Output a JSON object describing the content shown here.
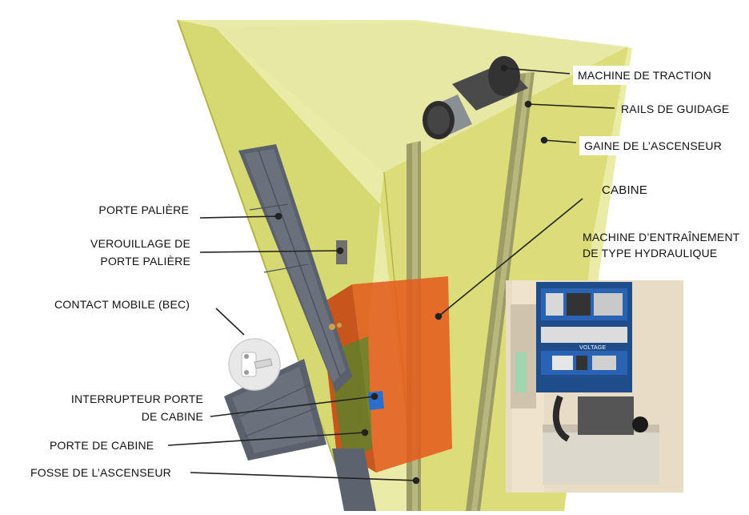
{
  "labels": {
    "machine_traction": "MACHINE DE TRACTION",
    "rails_guidage": "RAILS DE GUIDAGE",
    "gaine": "GAINE DE L’ASCENSEUR",
    "cabine": "CABINE",
    "machine_hydraulique_l1": "MACHINE D’ENTRAÎNEMENT",
    "machine_hydraulique_l2": "DE TYPE HYDRAULIQUE",
    "porte_paliere": "PORTE PALIÈRE",
    "verrouillage_l1": "VEROUILLAGE DE",
    "verrouillage_l2": "PORTE PALIÈRE",
    "contact_mobile": "CONTACT MOBILE (BEC)",
    "interrupteur_l1": "INTERRUPTEUR PORTE",
    "interrupteur_l2": "DE CABINE",
    "porte_cabine": "PORTE DE CABINE",
    "fosse": "FOSSE DE L’ASCENSEUR"
  },
  "photo_panel_text": "VOLTAGE",
  "colors": {
    "shaft_yellow": "#d9dc5a",
    "cabin_orange": "#e05a1a",
    "door_gray": "#5d636e",
    "leader_line": "#222222"
  }
}
